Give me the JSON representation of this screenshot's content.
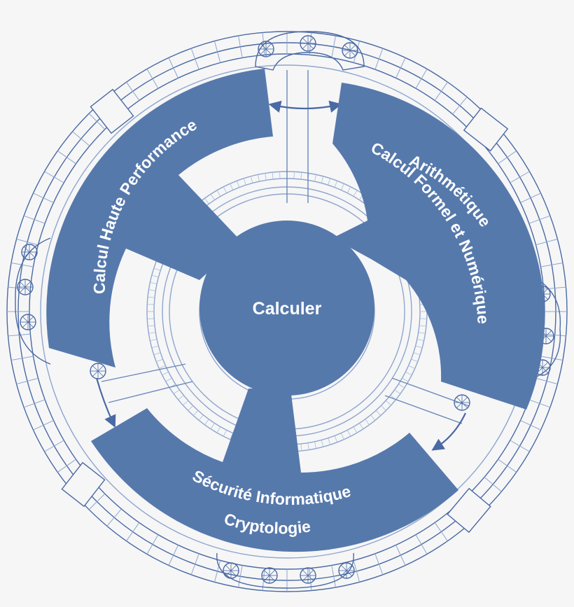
{
  "colors": {
    "background": "#f6f6f7",
    "sector": "#5679ac",
    "blueprint": "#4a6aa3",
    "blueprint_light": "#8ea6cc",
    "text": "#ffffff"
  },
  "center": {
    "label": "Calculer"
  },
  "sectors": [
    {
      "id": "hpc",
      "lines": [
        "Calcul Haute Performance"
      ]
    },
    {
      "id": "arith",
      "lines": [
        "Arithmétique",
        "Calcul Formel et Numérique"
      ]
    },
    {
      "id": "secu",
      "lines": [
        "Sécurité Informatique",
        "Cryptologie"
      ]
    }
  ],
  "icons": [
    "blueprint-gear-icon",
    "double-arrow-icon"
  ]
}
